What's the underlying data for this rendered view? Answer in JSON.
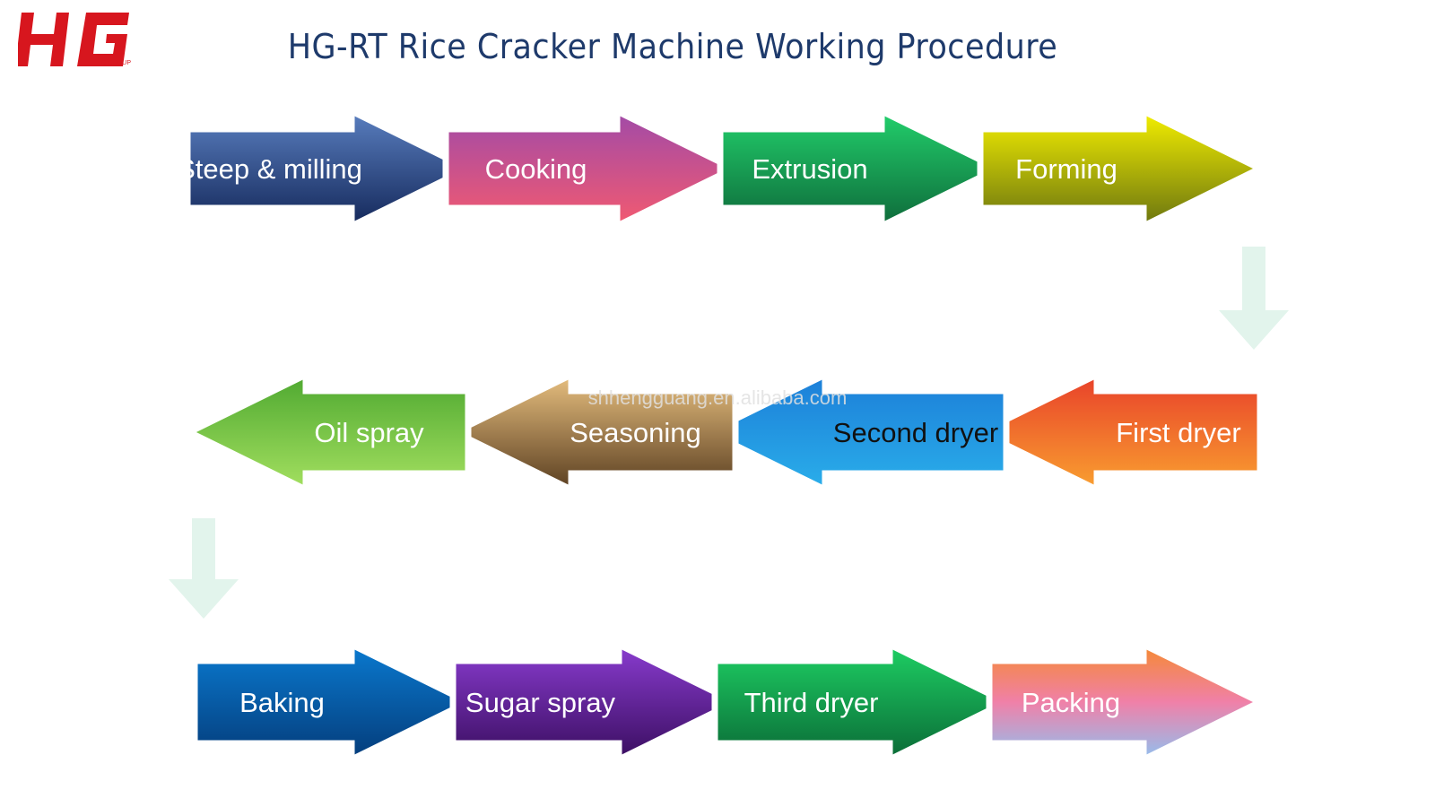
{
  "title": "HG-RT Rice Cracker Machine Working Procedure",
  "logo": {
    "text": "HG",
    "subtext": "HG GROUP",
    "color": "#d7161e"
  },
  "watermark": "shhengguang.en.alibaba.com",
  "steps": [
    {
      "label": "Steep & milling",
      "colors": [
        "#5a7fc0",
        "#14285a"
      ]
    },
    {
      "label": "Cooking",
      "colors": [
        "#a04aa8",
        "#f35a70"
      ]
    },
    {
      "label": "Extrusion",
      "colors": [
        "#22d06c",
        "#0e6a3a"
      ]
    },
    {
      "label": "Forming",
      "colors": [
        "#f5f000",
        "#6a7410"
      ]
    },
    {
      "label": "First dryer",
      "colors": [
        "#e8402a",
        "#f9a030"
      ]
    },
    {
      "label": "Second dryer",
      "colors": [
        "#1c7ed8",
        "#2aaeea"
      ]
    },
    {
      "label": "Seasoning",
      "colors": [
        "#e8c080",
        "#5a3e20"
      ]
    },
    {
      "label": "Oil spray",
      "colors": [
        "#4ea830",
        "#a4e060"
      ]
    },
    {
      "label": "Baking",
      "colors": [
        "#0a7ad0",
        "#043c7a"
      ]
    },
    {
      "label": "Sugar spray",
      "colors": [
        "#8a3cd0",
        "#3a0e60"
      ]
    },
    {
      "label": "Third dryer",
      "colors": [
        "#1ed064",
        "#0a6a36"
      ]
    },
    {
      "label": "Packing",
      "colors": [
        "#f58a30",
        "#f080a8",
        "#90c0f0"
      ]
    }
  ],
  "connector_color": "#e2f4ec"
}
